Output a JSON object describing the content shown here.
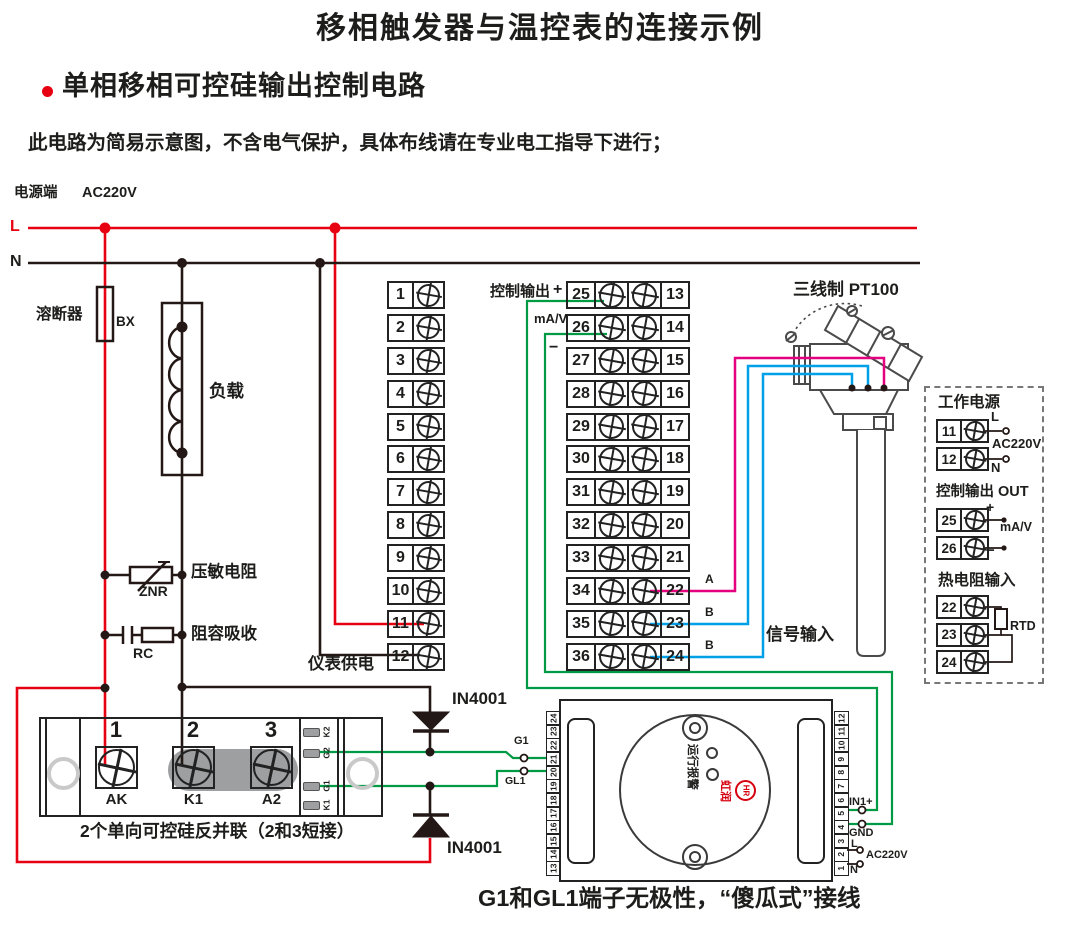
{
  "header": {
    "title": "移相触发器与温控表的连接示例",
    "bullet_item": "单相移相可控硅输出控制电路",
    "note": "此电路为简易示意图，不含电气保护，具体布线请在专业电工指导下进行；",
    "power_side_label": "电源端",
    "power_voltage": "AC220V",
    "live_label": "L",
    "neutral_label": "N"
  },
  "colors": {
    "live_red": "#e60012",
    "neutral_black": "#231815",
    "signal_green": "#009a44",
    "signal_magenta": "#e4007f",
    "signal_blue": "#00a0e9",
    "logo_red": "#d7000f",
    "shade_gray": "#9e9fa0"
  },
  "components": {
    "fuse_label": "溶断器",
    "fuse_code": "BX",
    "load_label": "负载",
    "varistor_label": "压敏电阻",
    "varistor_code": "ZNR",
    "rc_label": "阻容吸收",
    "rc_code": "RC",
    "diode_top": "IN4001",
    "diode_bottom": "IN4001"
  },
  "controller": {
    "left_terminals": [
      "1",
      "2",
      "3",
      "4",
      "5",
      "6",
      "7",
      "8",
      "9",
      "10",
      "11",
      "12"
    ],
    "right_rows": [
      {
        "m": "25",
        "r": "13"
      },
      {
        "m": "26",
        "r": "14"
      },
      {
        "m": "27",
        "r": "15"
      },
      {
        "m": "28",
        "r": "16"
      },
      {
        "m": "29",
        "r": "17"
      },
      {
        "m": "30",
        "r": "18"
      },
      {
        "m": "31",
        "r": "19"
      },
      {
        "m": "32",
        "r": "20"
      },
      {
        "m": "33",
        "r": "21"
      },
      {
        "m": "34",
        "r": "22"
      },
      {
        "m": "35",
        "r": "23"
      },
      {
        "m": "36",
        "r": "24"
      }
    ],
    "output_label": "控制输出",
    "output_plus": "+",
    "output_unit": "mA/V",
    "output_minus": "−",
    "supply_label": "仪表供电",
    "wire_label_a": "A",
    "wire_label_b1": "B",
    "wire_label_b2": "B",
    "signal_input_label": "信号输入"
  },
  "sensor": {
    "label": "三线制 PT100"
  },
  "scr_module": {
    "terminal_numbers": [
      "1",
      "2",
      "3"
    ],
    "terminal_names": [
      "AK",
      "K1",
      "A2"
    ],
    "gate_terminals": [
      "K2",
      "G2",
      "G1",
      "K1"
    ],
    "caption": "2个单向可控硅反并联（2和3短接）"
  },
  "trigger": {
    "g1": "G1",
    "gl1": "GL1",
    "left_terminals": [
      "24",
      "23",
      "22",
      "21",
      "20",
      "19",
      "18",
      "17",
      "16",
      "15",
      "14",
      "13"
    ],
    "right_terminals": [
      "12",
      "11",
      "10",
      "9",
      "8",
      "7",
      "6",
      "5",
      "4",
      "3",
      "2",
      "1"
    ],
    "led_run": "运行",
    "led_alarm": "报警",
    "brand": "虹润",
    "brand_logo": "HR",
    "in1": "IN1+",
    "gnd": "GND",
    "l": "L",
    "ac": "AC220V",
    "n": "N"
  },
  "side_panel": {
    "power_title": "工作电源",
    "power_rows": [
      {
        "num": "11",
        "tag": "L"
      },
      {
        "num": "12",
        "tag": "N"
      }
    ],
    "power_voltage": "AC220V",
    "out_title": "控制输出 OUT",
    "out_rows": [
      {
        "num": "25",
        "tag": "+"
      },
      {
        "num": "26",
        "tag": "−"
      }
    ],
    "out_unit": "mA/V",
    "rtd_title": "热电阻输入",
    "rtd_terminals": [
      "22",
      "23",
      "24"
    ],
    "rtd_label": "RTD"
  },
  "footer": {
    "note": "G1和GL1端子无极性，“傻瓜式”接线"
  }
}
